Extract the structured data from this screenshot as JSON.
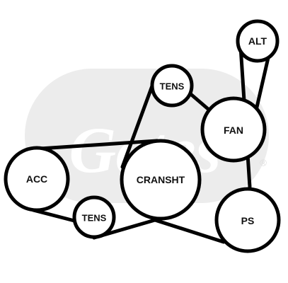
{
  "colors": {
    "ink": "#000000",
    "background": "#ffffff",
    "watermark": "#ececec"
  },
  "pulleys": {
    "alt": "ALT",
    "tens_top": "TENS",
    "fan": "FAN",
    "acc": "ACC",
    "cransht": "CRANSHT",
    "tens_bottom": "TENS",
    "ps": "PS"
  },
  "watermark": {
    "brand_text": "Gates",
    "registered_mark": "®"
  }
}
